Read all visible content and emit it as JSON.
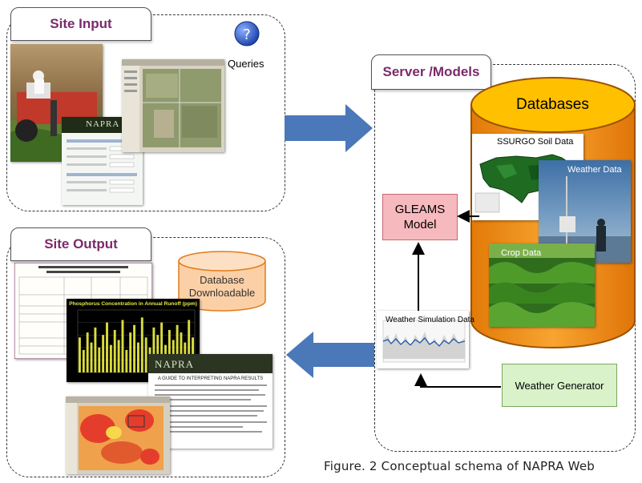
{
  "site_input": {
    "title": "Site Input",
    "queries_label": "Queries",
    "napra_logo": "NAPRA"
  },
  "server": {
    "title": "Server /Models",
    "databases_label": "Databases",
    "ssurgo_label": "SSURGO Soil Data",
    "weather_data_label": "Weather Data",
    "crop_data_label": "Crop Data"
  },
  "gleams": {
    "line1": "GLEAMS",
    "line2": "Model"
  },
  "weather_sim_label": "Weather Simulation Data",
  "weather_gen_label": "Weather Generator",
  "site_output": {
    "title": "Site Output",
    "db_line1": "Database",
    "db_line2": "Downloadable",
    "chart_title": "Phosphorus Concentration in Annual Runoff (ppm)",
    "napra_logo": "NAPRA",
    "guide_title": "A GUIDE TO INTERPRETING NAPRA RESULTS"
  },
  "caption": "Figure. 2 Conceptual schema of NAPRA Web",
  "chart_data": {
    "type": "bar",
    "title": "Phosphorus Concentration in Annual Runoff (ppm)",
    "values": [
      0.14,
      0.09,
      0.16,
      0.12,
      0.18,
      0.1,
      0.15,
      0.2,
      0.11,
      0.17,
      0.13,
      0.21,
      0.09,
      0.16,
      0.19,
      0.12,
      0.22,
      0.14,
      0.1,
      0.18,
      0.15,
      0.2,
      0.11,
      0.17,
      0.13,
      0.19,
      0.16,
      0.12,
      0.21,
      0.14
    ],
    "ylim": [
      0,
      0.25
    ]
  },
  "colors": {
    "tab_text": "#7b2a6a",
    "arrow_blue": "#4a78b8",
    "cylinder_orange": "#f59a22",
    "cylinder_top": "#ffc000",
    "gleams_fill": "#f6b9bd",
    "weather_gen_fill": "#d9f2c9"
  }
}
